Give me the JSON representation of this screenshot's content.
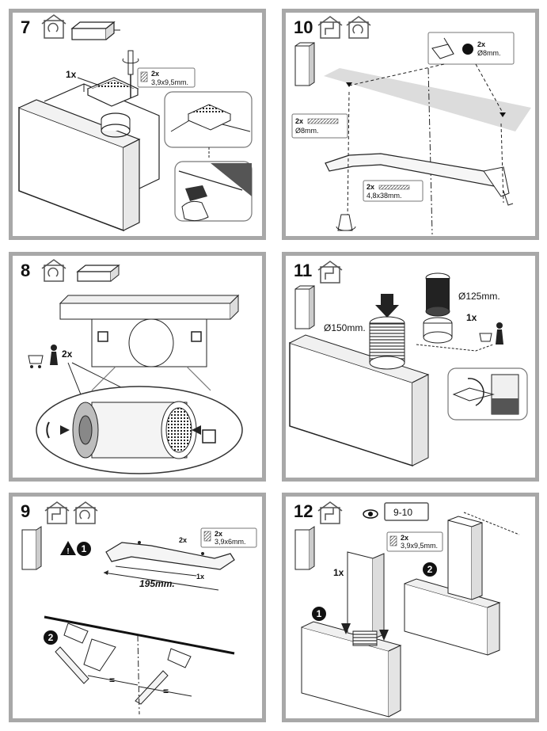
{
  "steps": [
    {
      "number": "7",
      "labels": {
        "qty_filter": "1x",
        "screw_qty": "2x",
        "screw_size": "3,9x9,5mm."
      }
    },
    {
      "number": "10",
      "labels": {
        "drill_qty": "2x",
        "drill_size": "Ø8mm.",
        "plug_qty": "2x",
        "plug_size": "Ø8mm.",
        "screw_qty": "2x",
        "screw_size": "4,8x38mm."
      }
    },
    {
      "number": "8",
      "labels": {
        "qty": "2x"
      }
    },
    {
      "number": "11",
      "labels": {
        "duct_large": "Ø150mm.",
        "duct_small": "Ø125mm.",
        "qty": "1x"
      }
    },
    {
      "number": "9",
      "labels": {
        "warn_step": "1",
        "qty_screws": "2x",
        "screw_qty": "2x",
        "screw_size": "3,9x6mm.",
        "distance": "195mm.",
        "qty_bracket": "1x",
        "second_step": "2",
        "equal_a": "=",
        "equal_b": "="
      }
    },
    {
      "number": "12",
      "labels": {
        "ref_steps": "9-10",
        "screw_qty": "2x",
        "screw_size": "3,9x9,5mm.",
        "qty": "1x",
        "sub1": "1",
        "sub2": "2"
      }
    }
  ]
}
